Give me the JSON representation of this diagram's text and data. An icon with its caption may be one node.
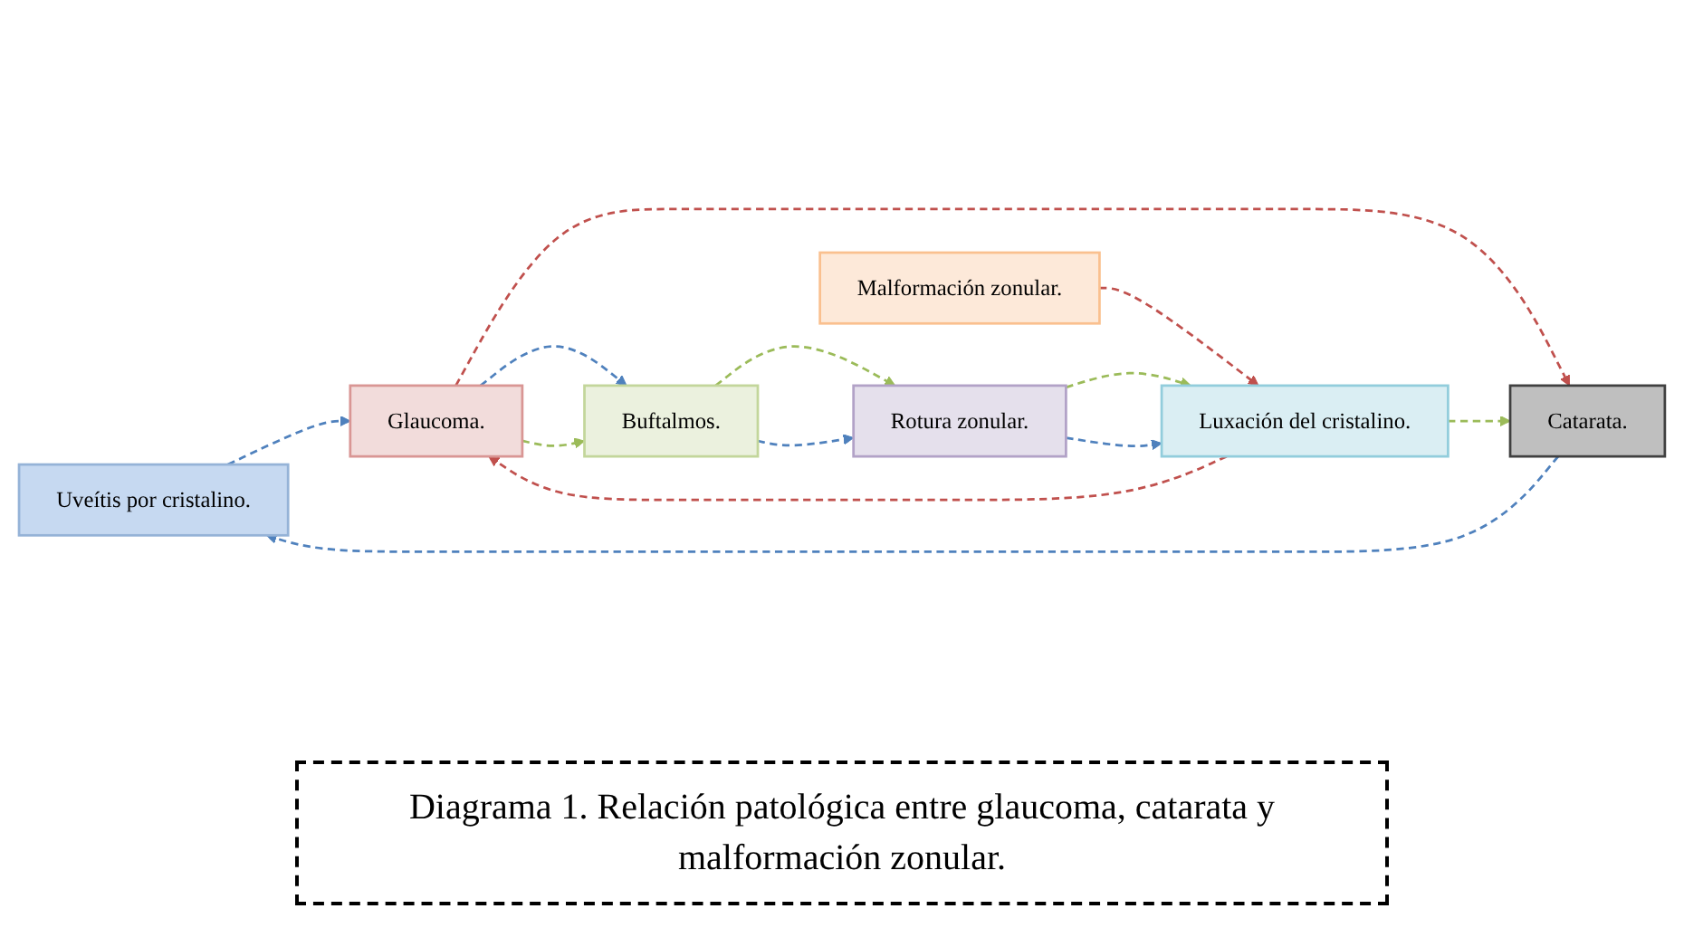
{
  "diagram": {
    "caption": "Diagrama 1. Relación patológica entre glaucoma, catarata y malformación zonular.",
    "nodes": [
      {
        "text": [
          "Uveítis por cristalino."
        ]
      },
      {
        "text": [
          "Catarata."
        ]
      },
      {
        "text": [
          "Glaucoma."
        ]
      },
      {
        "text": [
          "Buftalmos."
        ]
      },
      {
        "text": [
          "Malformación zonular."
        ]
      },
      {
        "text": [
          "Rotura zonular."
        ]
      },
      {
        "text": [
          "Luxación del cristalino."
        ]
      }
    ],
    "edges": [
      {
        "from": 1,
        "to": 0,
        "arrow": "to",
        "style": "dashed",
        "color": "#4f81bd"
      },
      {
        "from": 0,
        "to": 2,
        "arrow": "to",
        "style": "dashed",
        "color": "#4f81bd"
      },
      {
        "from": 2,
        "to": 1,
        "arrow": "to",
        "style": "dashed",
        "color": "#c0504d"
      },
      {
        "from": 2,
        "to": 3,
        "arrow": "to",
        "style": "dashed",
        "color": "#4f81bd"
      },
      {
        "from": 2,
        "to": 3,
        "arrow": "to",
        "style": "dashed",
        "color": "#9bbb59"
      },
      {
        "from": 3,
        "to": 5,
        "arrow": "to",
        "style": "dashed",
        "color": "#9bbb59"
      },
      {
        "from": 3,
        "to": 5,
        "arrow": "to",
        "style": "dashed",
        "color": "#4f81bd"
      },
      {
        "from": 4,
        "to": 6,
        "arrow": "to",
        "style": "dashed",
        "color": "#c0504d"
      },
      {
        "from": 6,
        "to": 1,
        "arrow": "to",
        "style": "dashed",
        "color": "#9bbb59"
      },
      {
        "from": 6,
        "to": 2,
        "arrow": "to",
        "style": "dashed",
        "color": "#c0504d"
      },
      {
        "from": 5,
        "to": 6,
        "arrow": "to",
        "style": "dashed",
        "color": "#9bbb59"
      },
      {
        "from": 5,
        "to": 6,
        "arrow": "to",
        "style": "dashed",
        "color": "#4f81bd"
      }
    ]
  }
}
